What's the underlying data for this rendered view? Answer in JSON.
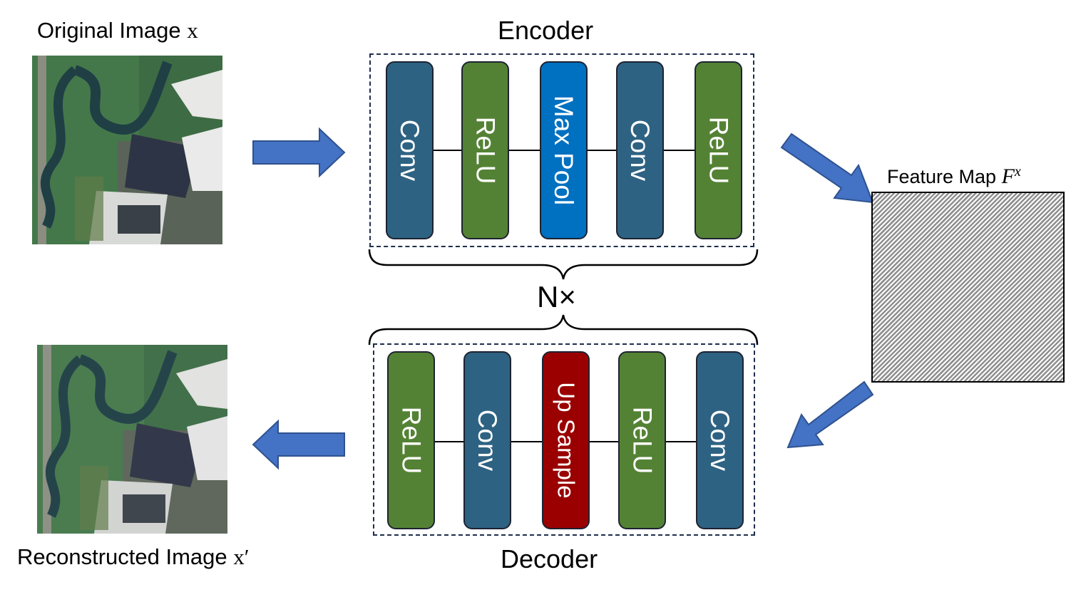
{
  "labels": {
    "original_image": "Original Image",
    "original_var": "x",
    "reconstructed_image": "Reconstructed Image",
    "reconstructed_var": "x′",
    "encoder": "Encoder",
    "decoder": "Decoder",
    "repeat": "N×",
    "feature_map": "Feature Map",
    "feature_var": "F",
    "feature_sup": "x"
  },
  "encoder_blocks": [
    {
      "label": "Conv",
      "type": "conv"
    },
    {
      "label": "ReLU",
      "type": "relu"
    },
    {
      "label": "Max Pool",
      "type": "pool"
    },
    {
      "label": "Conv",
      "type": "conv"
    },
    {
      "label": "ReLU",
      "type": "relu"
    }
  ],
  "decoder_blocks": [
    {
      "label": "ReLU",
      "type": "relu"
    },
    {
      "label": "Conv",
      "type": "conv"
    },
    {
      "label": "Up Sample",
      "type": "up"
    },
    {
      "label": "ReLU",
      "type": "relu"
    },
    {
      "label": "Conv",
      "type": "conv"
    }
  ],
  "colors": {
    "conv": "#2e6282",
    "relu": "#548235",
    "max_pool": "#0070c0",
    "up_sample": "#9a0000",
    "arrow": "#4472c4"
  },
  "icons": {
    "aerial_photo": "aerial-photo-icon",
    "arrow": "block-arrow-icon"
  }
}
